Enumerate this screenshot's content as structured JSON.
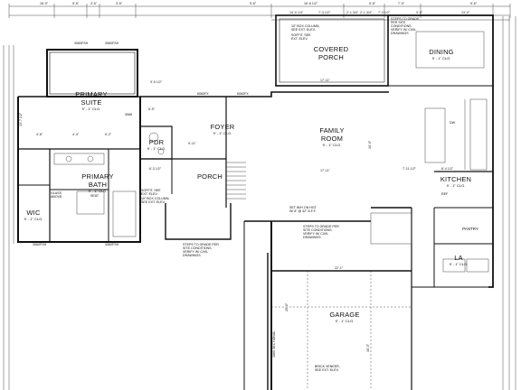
{
  "rooms": [
    {
      "key": "primary-suite",
      "name": "PRIMARY",
      "name2": "SUITE",
      "ceiling": "9' - 1\" CLG."
    },
    {
      "key": "covered-porch",
      "name": "COVERED",
      "name2": "PORCH",
      "ceiling": ""
    },
    {
      "key": "dining",
      "name": "DINING",
      "name2": "",
      "ceiling": "9' - 1\" CLG."
    },
    {
      "key": "foyer",
      "name": "FOYER",
      "name2": "",
      "ceiling": "9' - 1\" CLG."
    },
    {
      "key": "family-room",
      "name": "FAMILY",
      "name2": "ROOM",
      "ceiling": "9' - 1\" CLG."
    },
    {
      "key": "pdr",
      "name": "PDR",
      "name2": "",
      "ceiling": "9' - 1\" CLG."
    },
    {
      "key": "primary-bath",
      "name": "PRIMARY",
      "name2": "BATH",
      "ceiling": "9' - 1\" CLG."
    },
    {
      "key": "porch",
      "name": "PORCH",
      "name2": "",
      "ceiling": ""
    },
    {
      "key": "kitchen",
      "name": "KITCHEN",
      "name2": "",
      "ceiling": "9' - 1\" CLG."
    },
    {
      "key": "wic",
      "name": "WIC",
      "name2": "",
      "ceiling": "9' - 1\" CLG."
    },
    {
      "key": "pantry",
      "name": "PANTRY",
      "name2": "",
      "ceiling": ""
    },
    {
      "key": "la",
      "name": "LA",
      "name2": "",
      "ceiling": "9' - 1\" CLG."
    },
    {
      "key": "garage",
      "name": "GARAGE",
      "name2": "",
      "ceiling": "9' - 1\" CLG."
    }
  ],
  "notes": {
    "porch_soffit": [
      "10\" BOX COLUMN,",
      "SEE EXT. ELEV.",
      "SOFFIT, SEE",
      "EXT. ELEV."
    ],
    "steps_top": [
      "STEPS TO GRADE",
      "PER SITE",
      "CONDITIONS.",
      "VERIFY W/ CIVIL",
      "DRAWINGS"
    ],
    "front_soffit": [
      "SOFFIT, SEE",
      "EXT. ELEV.",
      "10\" BOX COLUMN,",
      "SEE EXT. ELEV."
    ],
    "steps_front": [
      "STEPS TO GRADE PER",
      "SITE CONDITIONS.",
      "VERIFY W/ CIVIL",
      "DRAWINGS"
    ],
    "steps_garage": [
      "STEPS TO GRADE PER",
      "SITE CONDITIONS.",
      "VERIFY W/ CIVIL",
      "DRAWINGS"
    ],
    "set_hot_water": [
      "SET W/H ON HGT",
      "W/ 8\" @ 42\" A.F.F."
    ],
    "brick_veneer": [
      "BRICK VENEER,",
      "SEE EXT. ELEV."
    ],
    "glass_above": [
      "GLASS",
      "ABOVE"
    ],
    "seat": "SEAT",
    "ref": "REF",
    "dw": "DW",
    "door_3068": "3068",
    "window_3060": "3060FSH",
    "window_6060": "6060FX",
    "garage_door": "1660 SECTIONAL"
  },
  "dims": {
    "top": [
      "16'-0\"",
      "5'-6\"",
      "3'-6\"",
      "3'-6\"",
      "5'-6\"",
      "16'-6 1/2\"",
      "5'-6\"",
      "7'-0\"",
      "5'-6\""
    ],
    "top2": [
      "14'-0 1/4\"",
      "7'-3 1/2\"",
      "2'-1 3/4\"",
      "2'-1 3/4\"",
      "7'-3 1/2\"",
      "3'-0\"",
      "13'-0\""
    ],
    "interior": [
      "9'-5 1/2\"",
      "17'-11\"",
      "7'-11 1/2\"",
      "8'-4 1/2\"",
      "22'-1\"",
      "6'-3 1/2\"",
      "4'-4\"",
      "6'-2\"",
      "9'-11\"",
      "5'-5\"",
      "4'-8\"",
      "17'-11\"",
      "10'-0\"",
      "13'-7 1/2\"",
      "25'-0\"",
      "16'-5\""
    ]
  }
}
